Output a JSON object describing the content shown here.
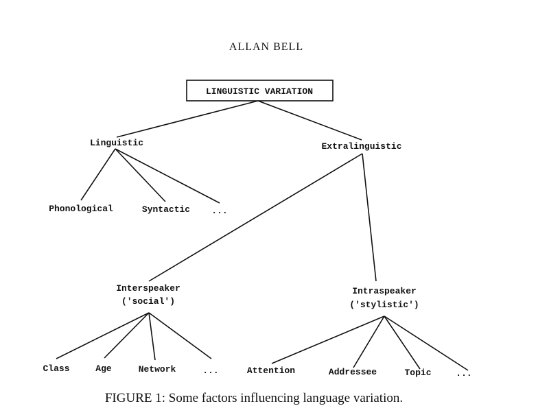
{
  "header": "ALLAN BELL",
  "root": "LINGUISTIC VARIATION",
  "linguistic": {
    "label": "Linguistic",
    "children": [
      "Phonological",
      "Syntactic",
      "..."
    ]
  },
  "extralinguistic": {
    "label": "Extralinguistic",
    "interspeaker": {
      "label": "Interspeaker",
      "sublabel": "('social')",
      "children": [
        "Class",
        "Age",
        "Network",
        "..."
      ]
    },
    "intraspeaker": {
      "label": "Intraspeaker",
      "sublabel": "('stylistic')",
      "children": [
        "Attention",
        "Addressee",
        "Topic",
        "..."
      ]
    }
  },
  "caption": "FIGURE 1: Some factors influencing language variation."
}
